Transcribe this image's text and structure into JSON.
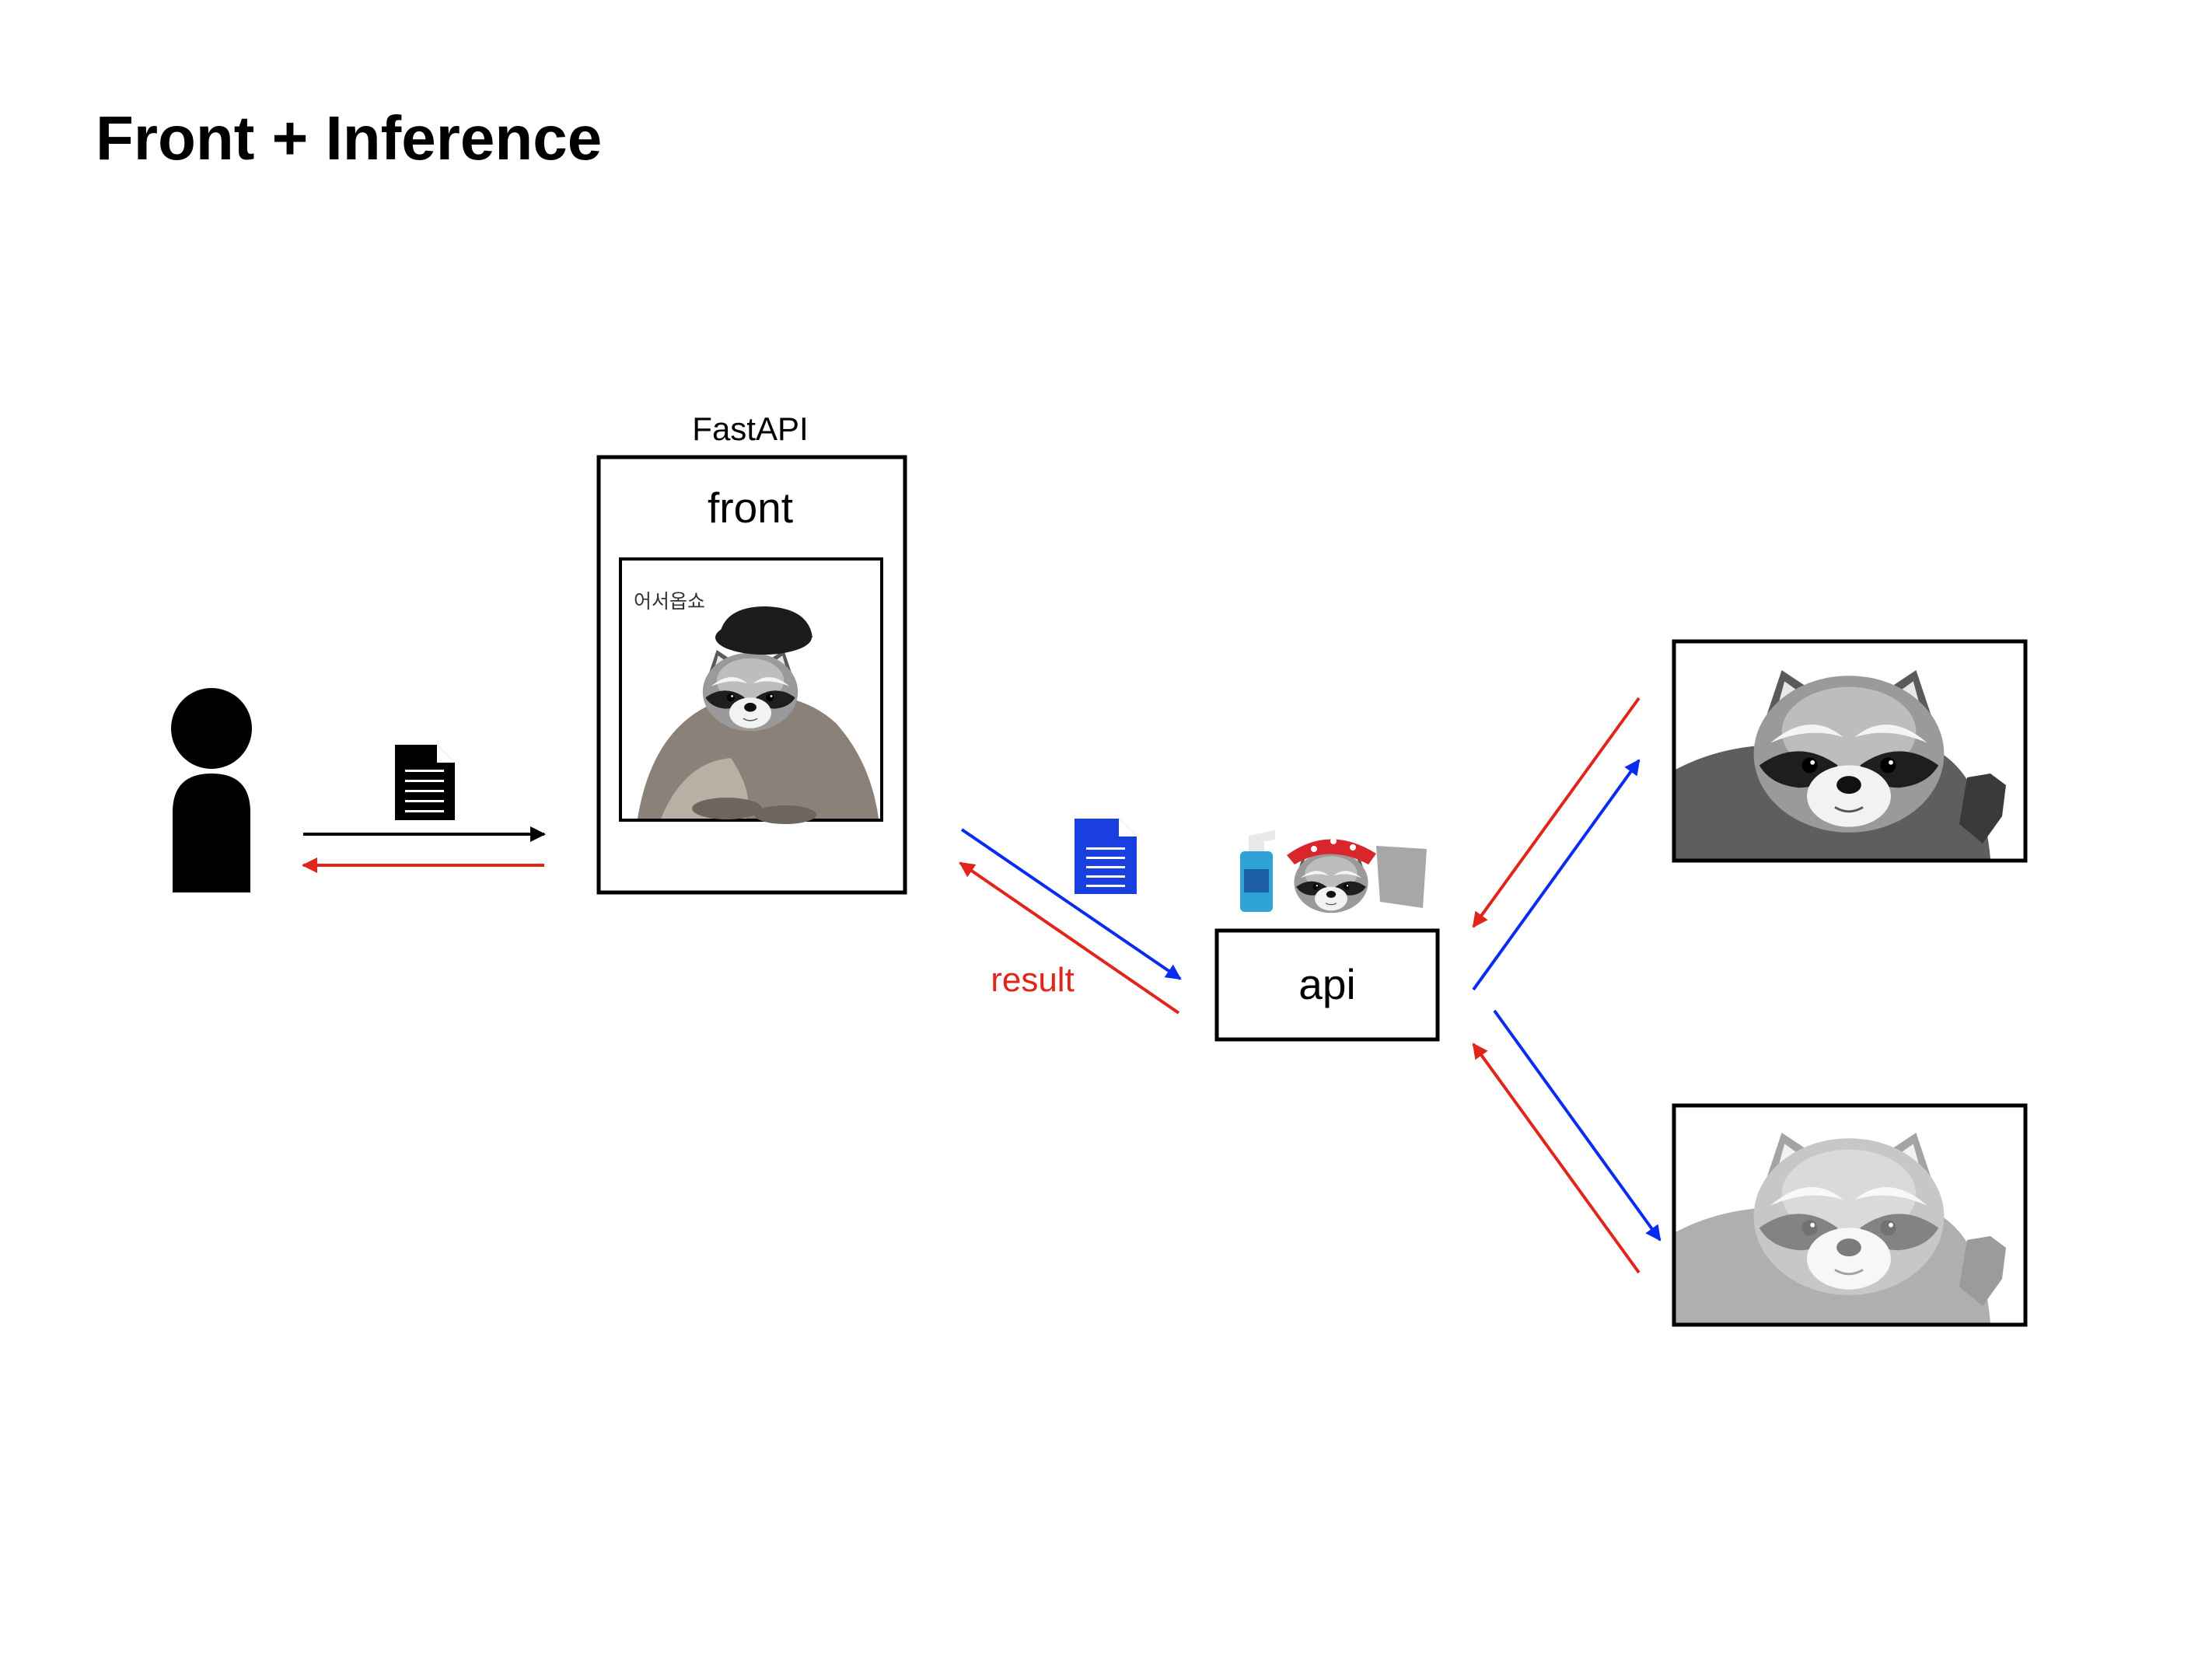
{
  "title": "Front + Inference",
  "front_service": {
    "framework_label": "FastAPI",
    "label": "front",
    "screen_greeting": "어서옵쇼"
  },
  "api_service": {
    "label": "api"
  },
  "edges": {
    "result_label": "result"
  },
  "colors": {
    "request_arrow": "#0a2cf0",
    "response_arrow": "#e0251b",
    "user_arrow": "#000000",
    "document_blue": "#1a3fe0"
  },
  "icons": {
    "user": "person-icon",
    "request_doc": "document-icon",
    "api_doc": "document-icon",
    "cleaning_raccoon": "raccoon-cleaning-icon",
    "output_color": "raccoon-photo",
    "output_gray": "raccoon-photo-grayscale"
  }
}
